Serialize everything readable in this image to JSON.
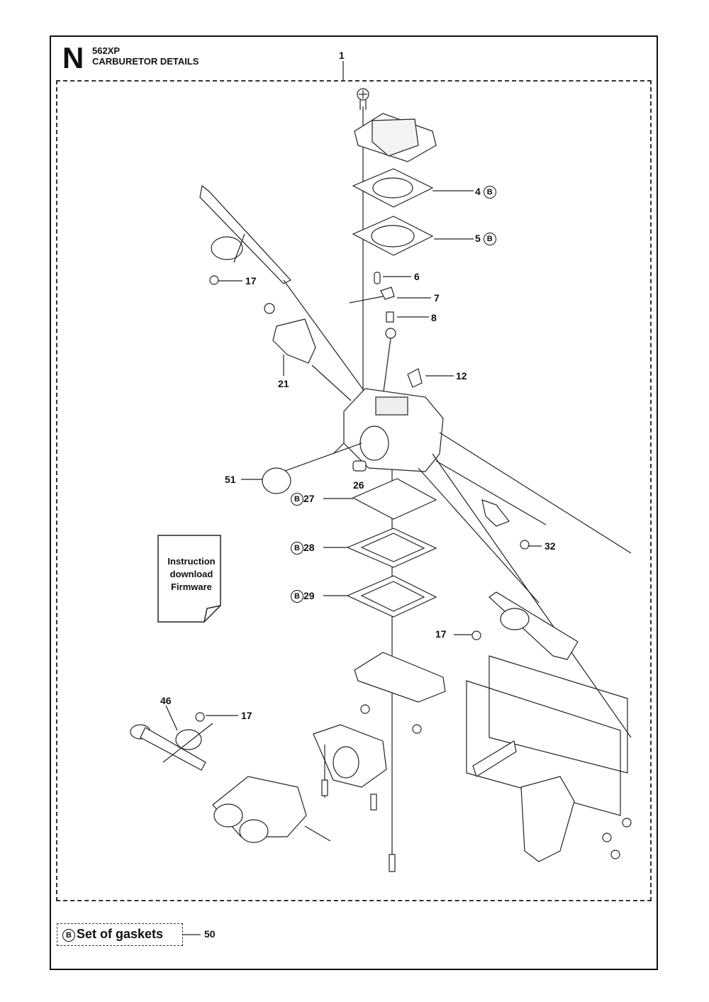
{
  "header": {
    "section_letter": "N",
    "model": "562XP",
    "title": "CARBURETOR DETAILS"
  },
  "callouts": {
    "c1": "1",
    "c4": "4",
    "c5": "5",
    "c6": "6",
    "c7": "7",
    "c8": "8",
    "c12": "12",
    "c17a": "17",
    "c17b": "17",
    "c17c": "17",
    "c21": "21",
    "c26": "26",
    "c27": "27",
    "c28": "28",
    "c29": "29",
    "c32": "32",
    "c46": "46",
    "c51": "51"
  },
  "b_marker": "B",
  "note": {
    "line1": "Instruction",
    "line2": "download",
    "line3": "Firmware"
  },
  "legend": {
    "marker": "B",
    "label": "Set of gaskets",
    "number": "50"
  },
  "icons": [
    "screw-icon",
    "gasket-icon",
    "diaphragm-icon",
    "carburetor-body-icon",
    "document-icon"
  ]
}
